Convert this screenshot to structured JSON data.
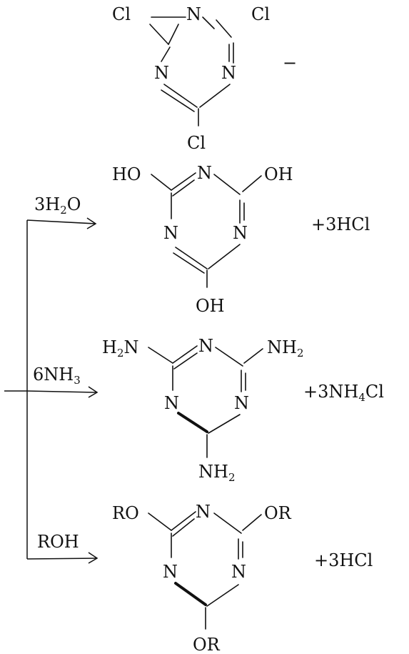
{
  "reactant": {
    "atoms": {
      "n1": "N",
      "c2": "C",
      "n3": "N",
      "c4": "C",
      "n5": "N",
      "c6": "C"
    },
    "substituents": [
      "Cl",
      "Cl",
      "Cl"
    ],
    "dash": "−"
  },
  "reactions": [
    {
      "reagent": {
        "main": "3H",
        "sub": "2",
        "tail": "O"
      },
      "product_atoms": [
        "N",
        "N",
        "N"
      ],
      "substituents": {
        "left": "HO",
        "right": "OH",
        "bottom": "OH"
      },
      "byproduct": "+3HCl"
    },
    {
      "reagent": {
        "main": "6NH",
        "sub": "3",
        "tail": ""
      },
      "product_atoms": [
        "N",
        "N",
        "N"
      ],
      "substituents": {
        "left": {
          "main": "H",
          "sub": "2",
          "tail": "N"
        },
        "right": {
          "main": "NH",
          "sub": "2",
          "tail": ""
        },
        "bottom": {
          "main": "NH",
          "sub": "2",
          "tail": ""
        }
      },
      "byproduct": {
        "main": "+3NH",
        "sub": "4",
        "tail": "Cl"
      }
    },
    {
      "reagent": {
        "main": "ROH",
        "sub": "",
        "tail": ""
      },
      "product_atoms": [
        "N",
        "N",
        "N"
      ],
      "substituents": {
        "left": "RO",
        "right": "OR",
        "bottom": "OR"
      },
      "byproduct": "+3HCl"
    }
  ],
  "labels": {
    "N": "N",
    "Cl": "Cl"
  }
}
